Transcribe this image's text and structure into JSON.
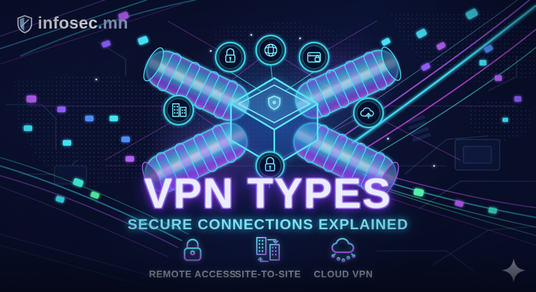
{
  "brand": {
    "name": "infosec",
    "tld": ".mn",
    "logo_icon": "shield-icon"
  },
  "hero": {
    "title": "VPN TYPES",
    "subtitle": "SECURE CONNECTIONS EXPLAINED"
  },
  "vpn_types": [
    {
      "label": "REMOTE ACCESS",
      "icon": "padlock-icon"
    },
    {
      "label": "SITE-TO-SITE",
      "icon": "site-to-site-buildings-icon"
    },
    {
      "label": "CLOUD VPN",
      "icon": "cloud-network-icon"
    }
  ],
  "diagram": {
    "center": {
      "icon": "shield-cube-icon"
    },
    "nodes": [
      {
        "icon": "padlock-icon",
        "position": "top-left"
      },
      {
        "icon": "globe-network-icon",
        "position": "top-center"
      },
      {
        "icon": "secure-browser-icon",
        "position": "top-right"
      },
      {
        "icon": "office-buildings-icon",
        "position": "left"
      },
      {
        "icon": "cloud-upload-icon",
        "position": "right"
      },
      {
        "icon": "padlock-icon",
        "position": "bottom"
      }
    ]
  },
  "decor": {
    "sparkle_icon": "four-point-star-icon"
  },
  "colors": {
    "bg": "#0a1030",
    "cyan": "#43e2f8",
    "purple": "#a75cf5",
    "magenta": "#d44ff0",
    "title_fill": "#e9edff",
    "title_glow": "#7c3aed",
    "subtitle": "#7fe3f7",
    "label": "#eaf4fb"
  }
}
